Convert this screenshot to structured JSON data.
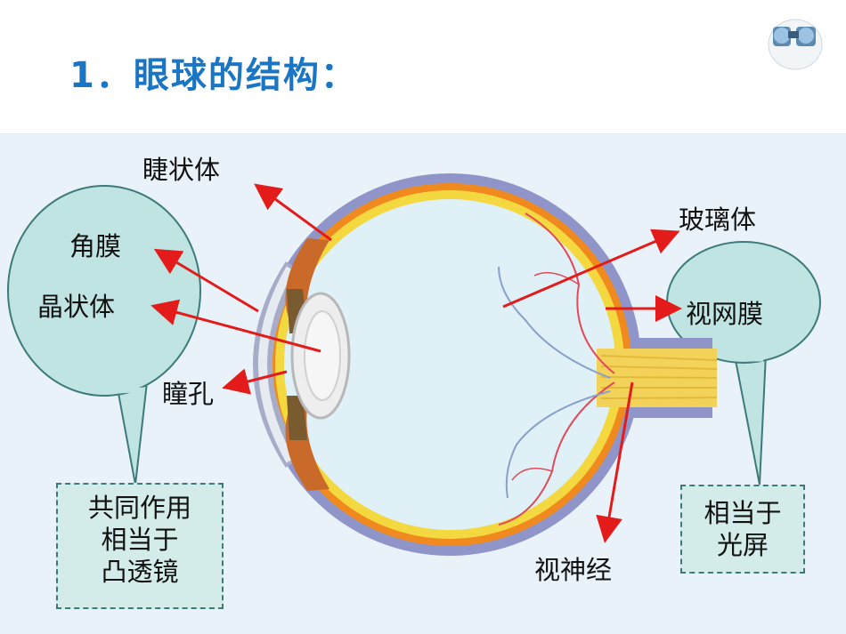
{
  "title": "1．眼球的结构：",
  "labels": {
    "ciliary": "睫状体",
    "cornea": "角膜",
    "lens": "晶状体",
    "pupil": "瞳孔",
    "vitreous": "玻璃体",
    "retina": "视网膜",
    "optic_nerve": "视神经"
  },
  "left_box": [
    "共同作用",
    "相当于",
    "凸透镜"
  ],
  "right_box": [
    "相当于",
    "光屏"
  ],
  "colors": {
    "title": "#1a76c4",
    "arrow": "#e31b1b",
    "bubble": "#bfe4e2",
    "bubble_border": "#3d7a78"
  },
  "icons": [
    "binoculars-icon"
  ]
}
